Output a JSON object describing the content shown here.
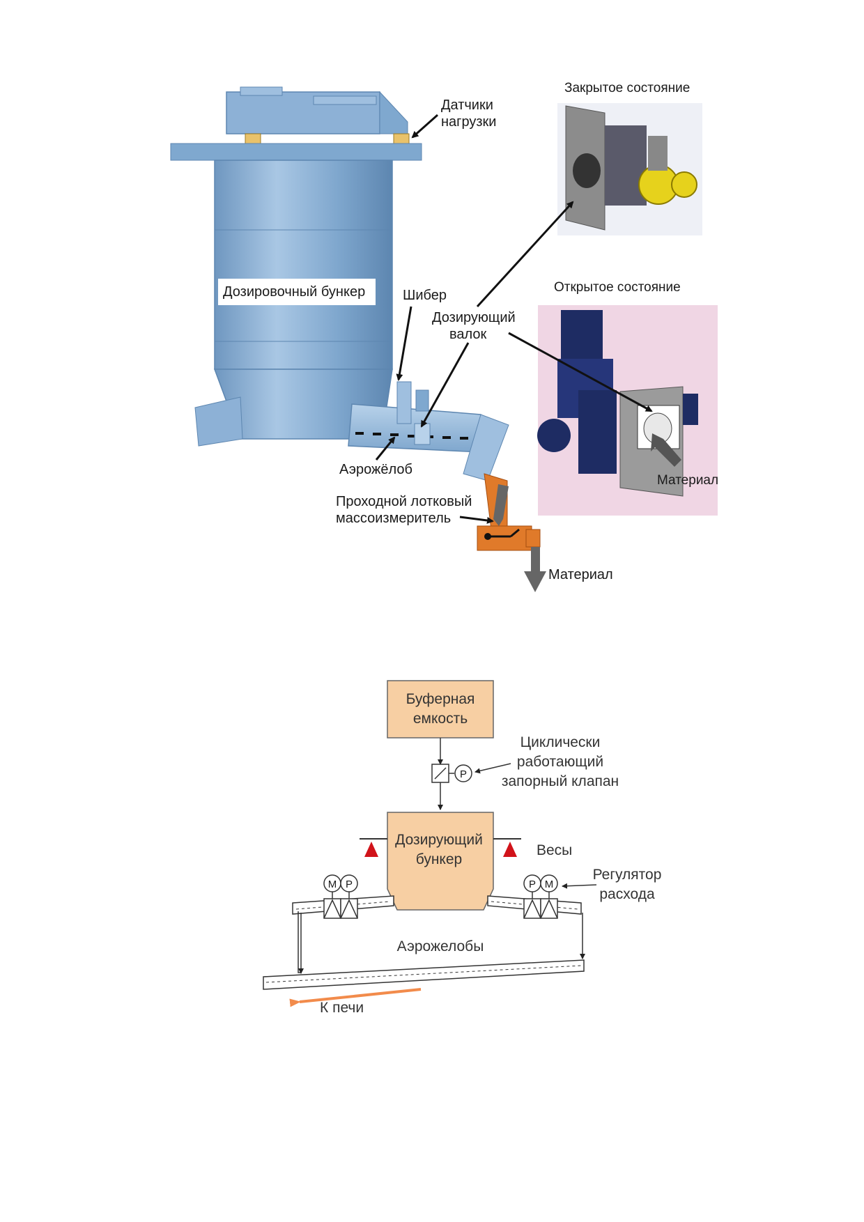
{
  "top_figure": {
    "load_sensors": [
      "Датчики",
      "нагрузки"
    ],
    "closed_state": "Закрытое состояние",
    "open_state": "Открытое состояние",
    "bunker": "Дозировочный бункер",
    "gate": "Шибер",
    "dosing_roller": [
      "Дозирующий",
      "валок"
    ],
    "air_chute": "Аэрожёлоб",
    "flow_meter": [
      "Проходной лотковый",
      "массоизмеритель"
    ],
    "material_photo": "Материал",
    "material_out": "Материал"
  },
  "bottom_figure": {
    "buffer_tank": [
      "Буферная",
      "емкость"
    ],
    "valve": [
      "Циклически",
      "работающий",
      "запорный клапан"
    ],
    "dosing_bunker": [
      "Дозирующий",
      "бункер"
    ],
    "scales": "Весы",
    "flow_regulator": [
      "Регулятор",
      "расхода"
    ],
    "air_chutes": "Аэрожелобы",
    "to_kiln": "К печи",
    "symbol_p": "P",
    "symbol_m": "M"
  },
  "colors": {
    "bunker_blue": "#7fa8cf",
    "orange_meter": "#e07a2a",
    "box_fill": "#f7cfa3",
    "scale_red": "#d1131a",
    "arrow_orange": "#f28b4b",
    "motor_yellow": "#e6d21c",
    "motor_navy": "#1e2c63"
  }
}
